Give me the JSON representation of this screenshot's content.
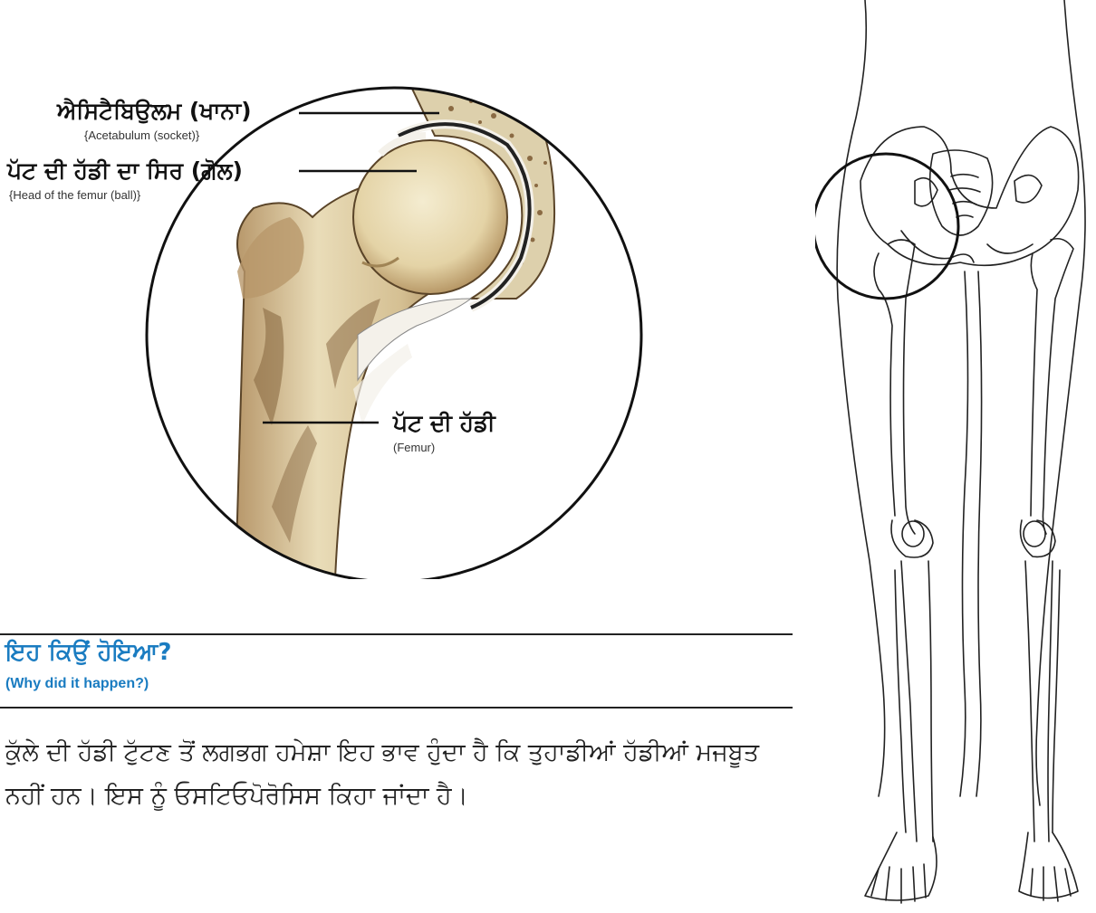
{
  "diagram": {
    "acetabulum_label_pa": "ਐਸਿਟੈਬਿਉਲਮ (ਖਾਨਾ)",
    "acetabulum_label_en": "{Acetabulum (socket)}",
    "femur_head_label_pa": "ਪੱਟ ਦੀ ਹੱਡੀ ਦਾ ਸਿਰ (ਗੋਲ)",
    "femur_head_label_en": "{Head of the femur (ball)}",
    "femur_label_pa": "ਪੱਟ ਦੀ ਹੱਡੀ",
    "femur_label_en": "(Femur)"
  },
  "section": {
    "title": "ਇਹ ਕਿਉਂ ਹੋਇਆ?",
    "subtitle": "(Why did it happen?)",
    "body": "ਕੁੱਲੇ ਦੀ ਹੱਡੀ ਟੁੱਟਣ ਤੋਂ ਲਗਭਗ ਹਮੇਸ਼ਾ ਇਹ ਭਾਵ ਹੁੰਦਾ ਹੈ ਕਿ ਤੁਹਾਡੀਆਂ ਹੱਡੀਆਂ ਮਜਬੂਤ ਨਹੀਂ ਹਨ। ਇਸ ਨੂੰ ਓਸਟਿਓਪੋਰੋਸਿਸ ਕਿਹਾ ਜਾਂਦਾ ਹੈ।"
  },
  "colors": {
    "heading": "#1a7cc1",
    "bone_light": "#e8ddc0",
    "bone_mid": "#c9b184",
    "bone_dark": "#8a6a43"
  },
  "icons": [
    "hip-joint-illustration",
    "leg-skeleton-illustration"
  ]
}
